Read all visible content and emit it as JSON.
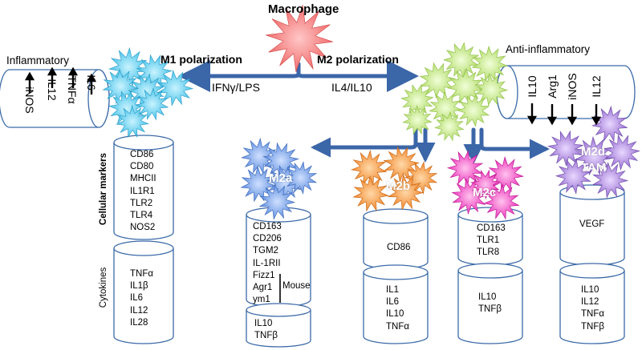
{
  "title": "Macrophage",
  "m1": {
    "polarization": "M1 polarization",
    "stimulus": "IFNγ/LPS",
    "heading": "Inflammatory",
    "markers_up": [
      "IL6",
      "TNFα",
      "IL12",
      "iNOS"
    ],
    "cellular_markers_label": "Cellular markers",
    "cellular_markers": [
      "CD86",
      "CD80",
      "MHCII",
      "IL1R1",
      "TLR2",
      "TLR4",
      "NOS2"
    ],
    "cytokines_label": "Cytokines",
    "cytokines": [
      "TNFα",
      "IL1β",
      "IL6",
      "IL12",
      "IL28"
    ]
  },
  "m2": {
    "polarization": "M2 polarization",
    "stimulus": "IL4/IL10",
    "heading": "Anti-inflammatory",
    "markers": [
      "IL10",
      "Arg1",
      "iNOS",
      "IL12"
    ],
    "subtypes": {
      "m2a": {
        "label": "M2a",
        "markers": [
          "CD163",
          "CD206",
          "TGM2",
          "IL-1RII",
          "Fizz1",
          "Agr1",
          "ym1"
        ],
        "mouse_label": "Mouse",
        "cytokines": [
          "IL10",
          "TNFβ"
        ]
      },
      "m2b": {
        "label": "M2b",
        "markers": [
          "CD86"
        ],
        "cytokines": [
          "IL1",
          "IL6",
          "IL10",
          "TNFα"
        ]
      },
      "m2c": {
        "label": "M2c",
        "markers": [
          "CD163",
          "TLR1",
          "TLR8"
        ],
        "cytokines": [
          "IL10",
          "TNFβ"
        ]
      },
      "m2d": {
        "label": "M2d",
        "label2": "TAM",
        "markers": [
          "VEGF"
        ],
        "cytokines": [
          "IL10",
          "IL12",
          "TNFα",
          "TNFβ"
        ]
      }
    }
  },
  "colors": {
    "arrow": "#3b66a8",
    "cylinder_stroke": "#3b6aa8",
    "macrophage": "#f06a6a",
    "m1_cell": "#4bc7e8",
    "m2_cell": "#b3dd6a",
    "m2a_cell": "#5b8fe0",
    "m2b_cell": "#f08a2a",
    "m2c_cell": "#f02ab8",
    "m2d_cell": "#9c6ad0"
  }
}
